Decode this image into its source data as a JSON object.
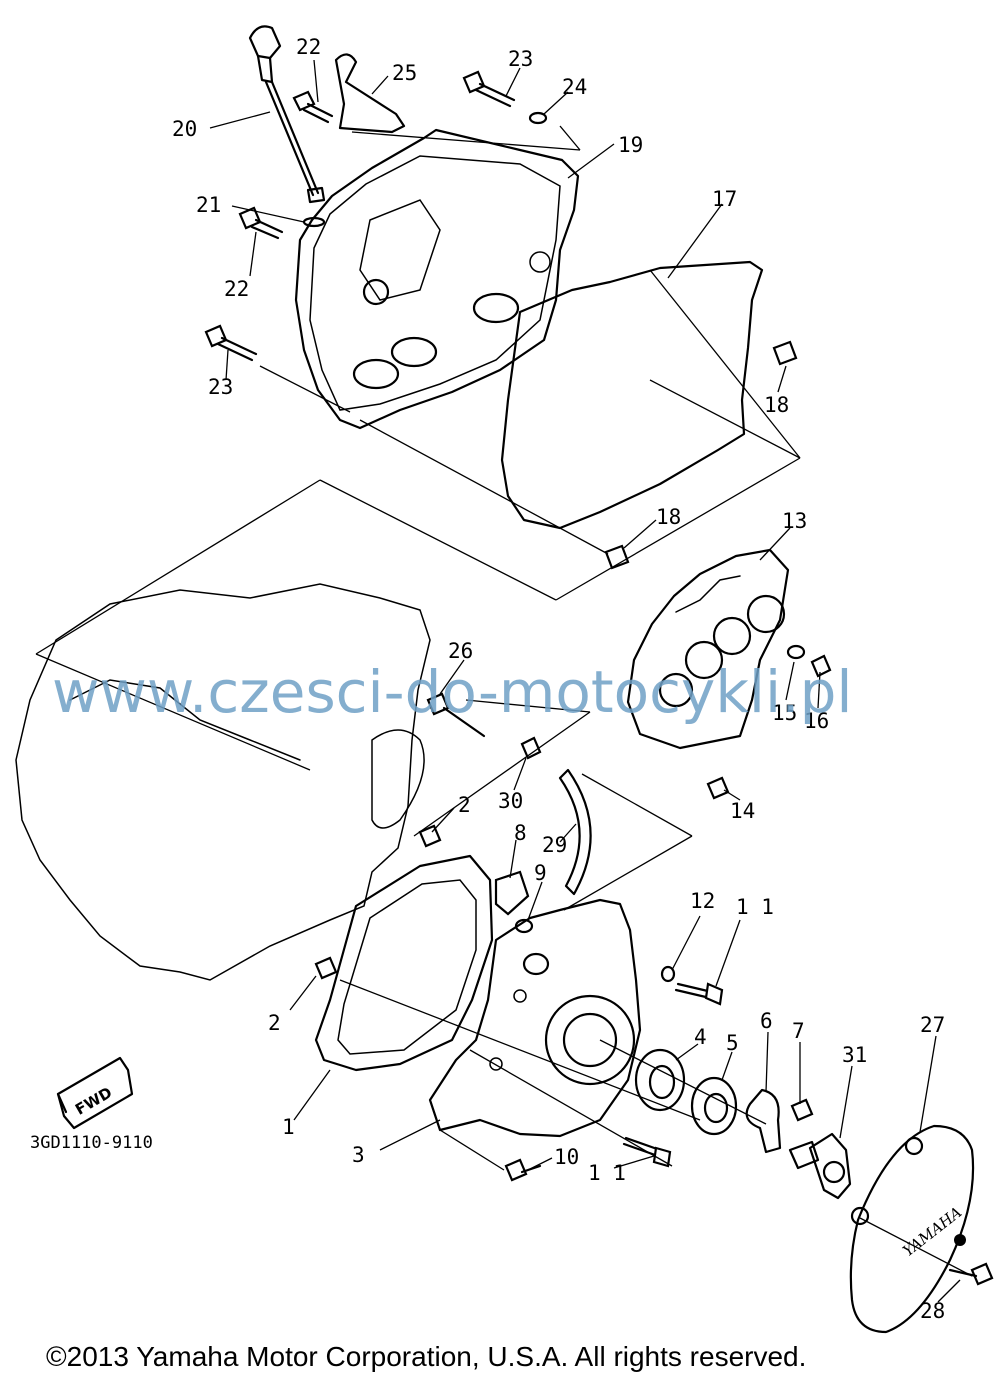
{
  "callouts": {
    "c1": "1",
    "c2a": "2",
    "c2b": "2",
    "c3": "3",
    "c4": "4",
    "c5": "5",
    "c6": "6",
    "c7": "7",
    "c8": "8",
    "c9": "9",
    "c10": "10",
    "c11a": "1 1",
    "c11b": "1 1",
    "c12": "12",
    "c13": "13",
    "c14": "14",
    "c15": "15",
    "c16": "16",
    "c17": "17",
    "c18a": "18",
    "c18b": "18",
    "c19": "19",
    "c20": "20",
    "c21": "21",
    "c22a": "22",
    "c22b": "22",
    "c23a": "23",
    "c23b": "23",
    "c24": "24",
    "c25": "25",
    "c26": "26",
    "c27": "27",
    "c28": "28",
    "c29": "29",
    "c30": "30",
    "c31": "31"
  },
  "fwd_label": "FWD",
  "diagram_code": "3GD1110-9110",
  "cover_brand": "YAMAHA",
  "watermark": "www.czesci-do-motocykli.pl",
  "copyright": "©2013 Yamaha Motor Corporation, U.S.A. All rights reserved."
}
